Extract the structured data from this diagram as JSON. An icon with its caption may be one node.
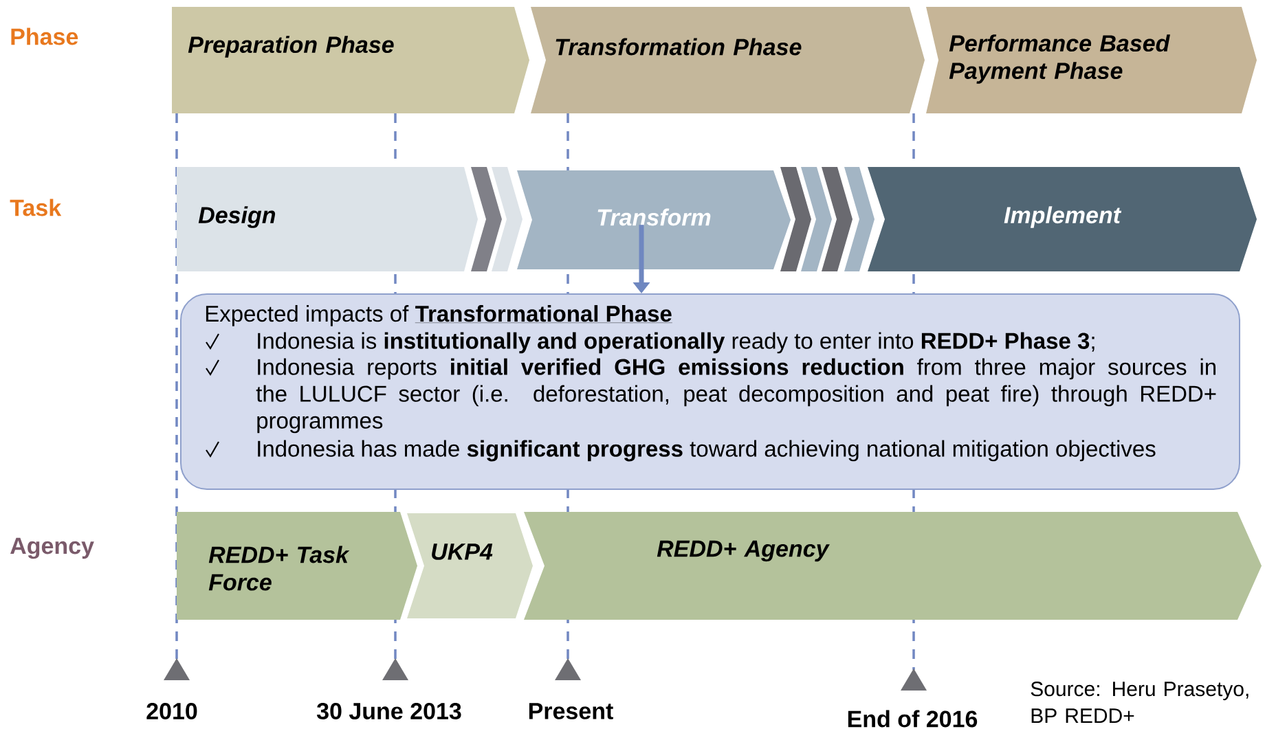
{
  "diagram": {
    "nodes": [
      {
        "text": [
          "Preparation Phase"
        ]
      },
      {
        "text": [
          "Transformation Phase"
        ]
      },
      {
        "text": [
          "Performance Based Payment Phase"
        ]
      },
      {
        "text": [
          "Design"
        ]
      },
      {
        "text": [
          "Transform"
        ]
      },
      {
        "text": [
          "Implement"
        ]
      },
      {
        "text": [
          "Expected impacts of",
          "Transformational Phase",
          "Indonesia is **institutionally and operationally** ready to enter into **REDD+ Phase 3**;",
          "Indonesia reports **initial verified GHG emissions reduction** from three major sources in the LULUCF sector (i.e. deforestation, peat decomposition and peat fire) through REDD+ programmes",
          "Indonesia has made **significant progress** toward achieving national mitigation objectives"
        ]
      },
      {
        "text": [
          "REDD+ Task Force"
        ]
      },
      {
        "text": [
          "UKP4"
        ]
      },
      {
        "text": [
          "REDD+ Agency"
        ]
      }
    ],
    "edges": [
      {
        "from": 4,
        "to": 6,
        "arrow": "to"
      }
    ],
    "labels": [
      "Phase",
      "Task",
      "Agency",
      "2010",
      "30 June 2013",
      "Present",
      "End of 2016",
      "Source: Heru Prasetyo, BP REDD+"
    ]
  }
}
